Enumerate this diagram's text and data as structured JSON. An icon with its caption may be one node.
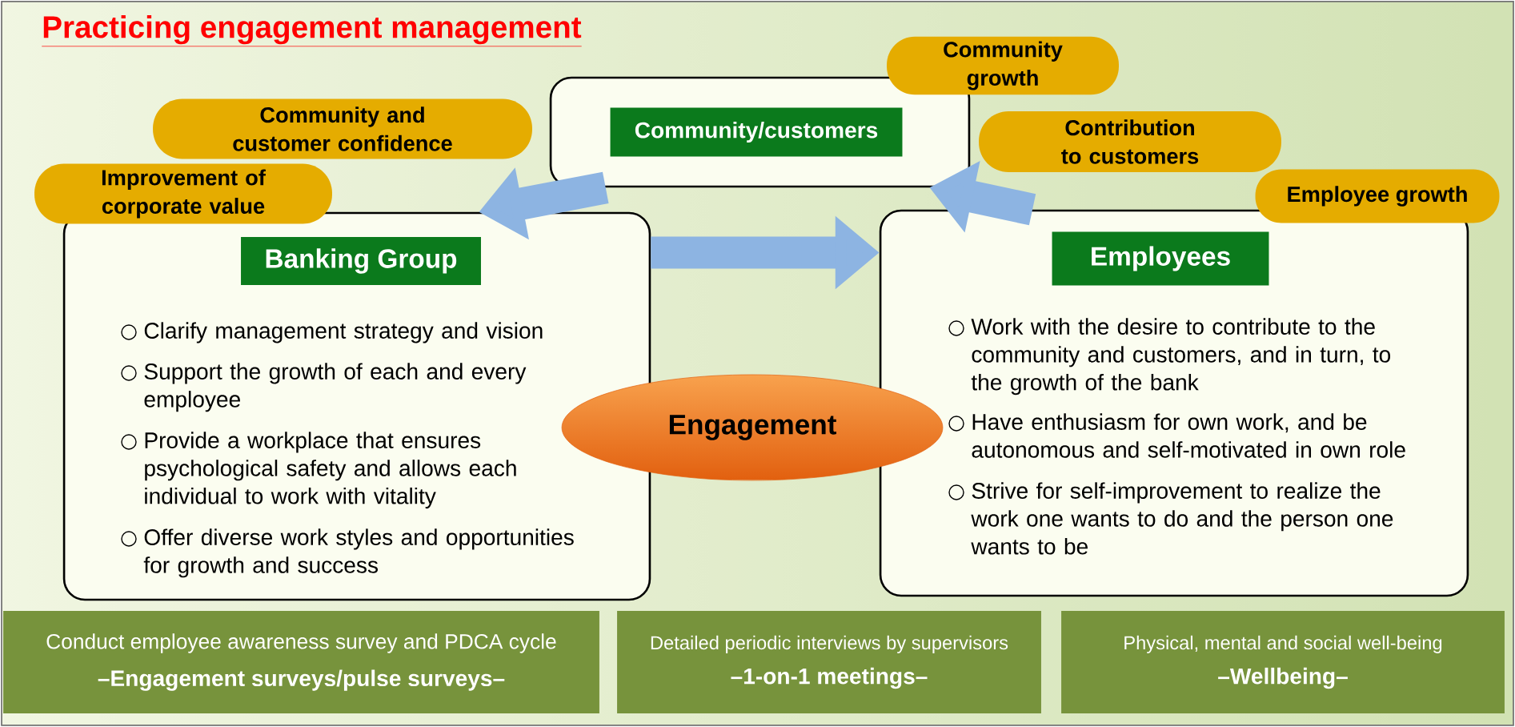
{
  "diagram": {
    "title": "Practicing engagement management",
    "nodes": [
      {
        "text": [
          "Community growth"
        ]
      },
      {
        "text": [
          "Community/customers"
        ]
      },
      {
        "text": [
          "Community and customer confidence"
        ]
      },
      {
        "text": [
          "Contribution to customers"
        ]
      },
      {
        "text": [
          "Improvement of corporate value"
        ]
      },
      {
        "text": [
          "Employee growth"
        ]
      },
      {
        "text": [
          "Banking Group",
          "Clarify management strategy and vision",
          "Support the growth of each and every employee",
          "Provide a workplace that ensures psychological safety and allows each individual to work with vitality",
          "Offer diverse work styles and opportunities for growth and success"
        ]
      },
      {
        "text": [
          "Employees",
          "Work with the desire to contribute to the community and customers, and in turn, to the growth of the bank",
          "Have enthusiasm for own work, and be autonomous and self-motivated in own role",
          "Strive for self-improvement to realize the work one wants to do and the person one wants to be"
        ]
      },
      {
        "text": [
          "Engagement"
        ]
      },
      {
        "text": [
          "Conduct employee awareness survey and PDCA cycle",
          "–Engagement surveys/pulse surveys–"
        ]
      },
      {
        "text": [
          "Detailed periodic interviews by supervisors",
          "–1-on-1 meetings–"
        ]
      },
      {
        "text": [
          "Physical, mental and social well-being",
          "–Wellbeing–"
        ]
      }
    ],
    "edges": [
      {
        "from": 1,
        "to": 6,
        "arrow": "to"
      },
      {
        "from": 6,
        "to": 7,
        "arrow": "to"
      },
      {
        "from": 7,
        "to": 1,
        "arrow": "to"
      }
    ]
  }
}
